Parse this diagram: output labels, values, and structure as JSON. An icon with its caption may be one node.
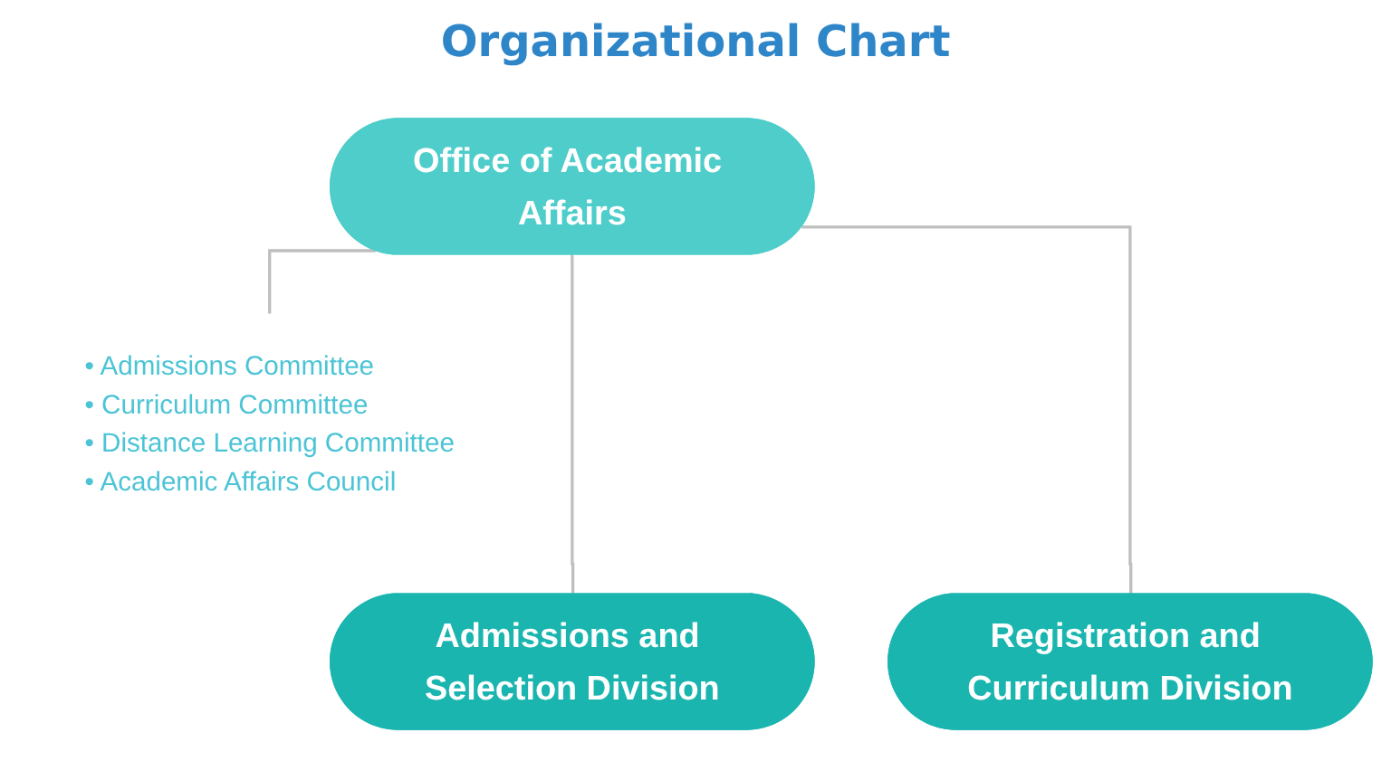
{
  "diagram": {
    "title": "Organizational Chart",
    "nodes": [
      {
        "text": [
          "Office of Academic Affairs"
        ]
      },
      {
        "text": [
          "• Admissions Committee",
          "• Curriculum Committee",
          "• Distance Learning Committee",
          "• Academic Affairs Council"
        ]
      },
      {
        "text": [
          "Admissions and Selection Division"
        ]
      },
      {
        "text": [
          "Registration and Curriculum Division"
        ]
      }
    ],
    "edges": [
      {
        "from": 0,
        "to": 1,
        "arrow": "none"
      },
      {
        "from": 0,
        "to": 2,
        "arrow": "none"
      },
      {
        "from": 0,
        "to": 3,
        "arrow": "none"
      }
    ]
  }
}
